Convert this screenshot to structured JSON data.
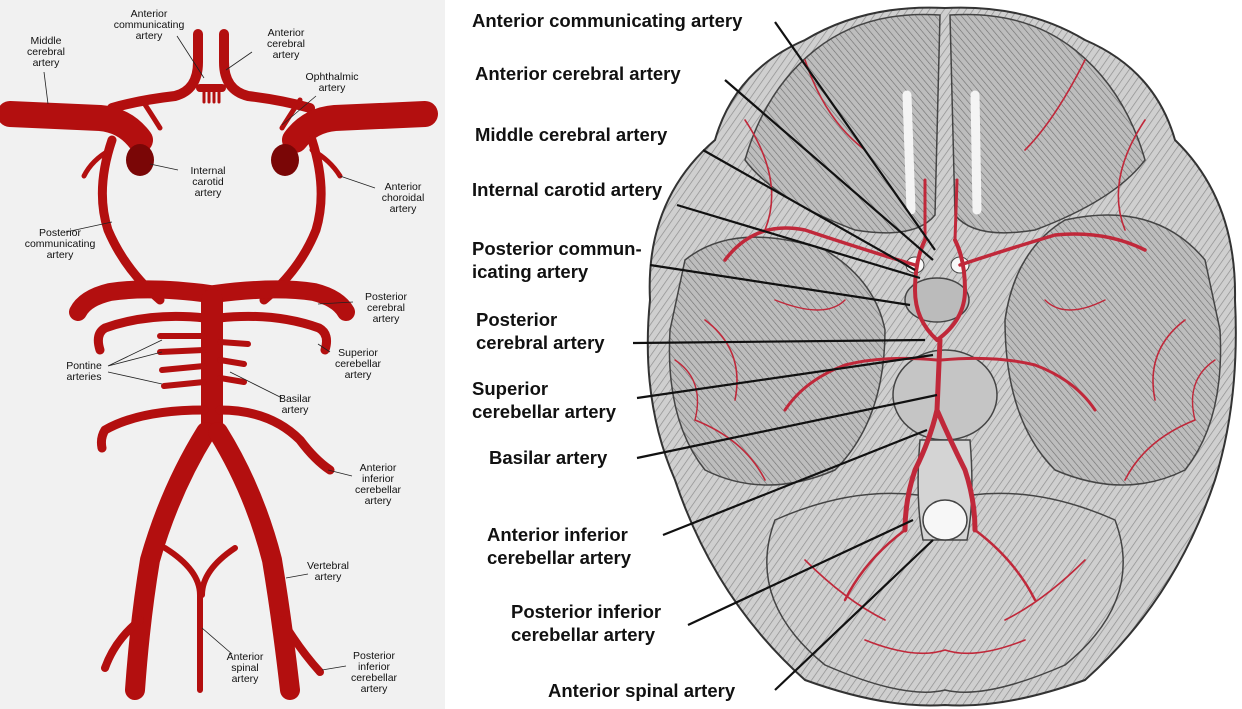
{
  "left_diagram": {
    "labels": {
      "anterior_communicating": "Anterior\ncommunicating\nartery",
      "anterior_cerebral": "Anterior\ncerebral\nartery",
      "middle_cerebral": "Middle\ncerebral\nartery",
      "ophthalmic": "Ophthalmic\nartery",
      "internal_carotid": "Internal\ncarotid\nartery",
      "anterior_choroidal": "Anterior\nchoroidal\nartery",
      "posterior_communicating": "Posterior\ncommunicating\nartery",
      "posterior_cerebral": "Posterior\ncerebral\nartery",
      "superior_cerebellar": "Superior\ncerebellar\nartery",
      "pontine": "Pontine\narteries",
      "basilar": "Basilar\nartery",
      "anterior_inferior_cerebellar": "Anterior\ninferior\ncerebellar\nartery",
      "vertebral": "Vertebral\nartery",
      "anterior_spinal": "Anterior\nspinal\nartery",
      "posterior_inferior_cerebellar": "Posterior\ninferior\ncerebellar\nartery"
    }
  },
  "right_diagram": {
    "labels": {
      "anterior_communicating": "Anterior communicating artery",
      "anterior_cerebral": "Anterior cerebral artery",
      "middle_cerebral": "Middle cerebral artery",
      "internal_carotid": "Internal carotid artery",
      "posterior_communicating": "Posterior commun-\nicating artery",
      "posterior_cerebral": "Posterior\ncerebral artery",
      "superior_cerebellar": "Superior\ncerebellar artery",
      "basilar": "Basilar artery",
      "anterior_inferior_cerebellar": "Anterior inferior\ncerebellar artery",
      "posterior_inferior_cerebellar": "Posterior inferior\ncerebellar artery",
      "anterior_spinal": "Anterior spinal artery"
    }
  },
  "colors": {
    "artery": "#b30f0f",
    "artery_dark": "#7a0606",
    "left_background": "#f1f1f1",
    "brain_fill": "#d6d6d6",
    "brain_vessel": "#c0283a"
  }
}
